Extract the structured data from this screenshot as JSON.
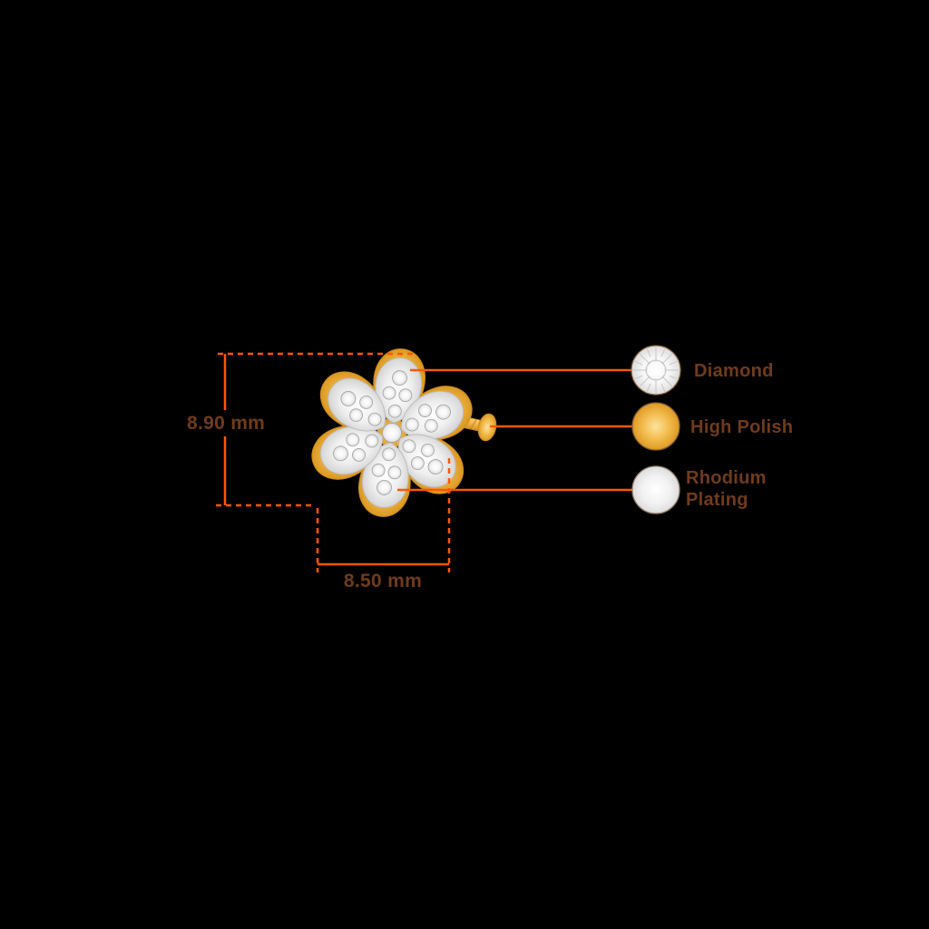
{
  "dimensions": {
    "height_label": "8.90 mm",
    "width_label": "8.50 mm"
  },
  "legend": {
    "items": [
      {
        "id": "diamond-swatch",
        "label": "Diamond"
      },
      {
        "id": "high-polish-swatch",
        "label": "High Polish"
      },
      {
        "id": "rhodium-plating-swatch",
        "label": "Rhodium Plating"
      }
    ]
  },
  "colors": {
    "background": "#000000",
    "dimension_line": "#FF5602",
    "label_text": "#6F3B1D",
    "gold": "#F0B23F",
    "rhodium": "#EDEDED",
    "diamond": "#F7F7F7"
  }
}
